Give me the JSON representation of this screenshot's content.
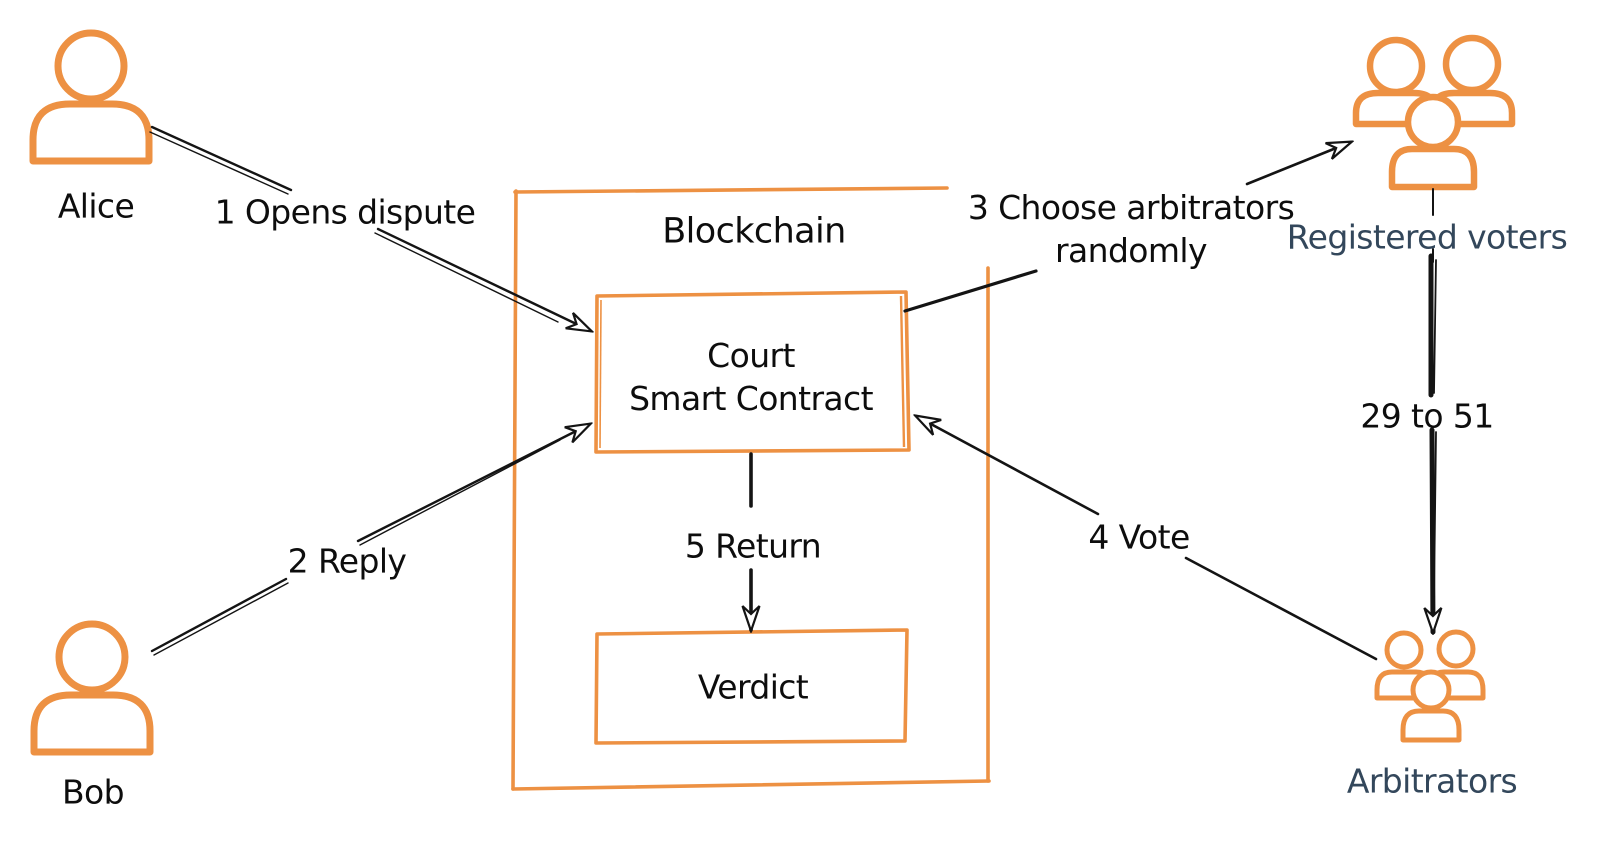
{
  "diagram": {
    "type": "flow-diagram",
    "container": {
      "label": "Blockchain"
    },
    "nodes": [
      {
        "id": "court-smart-contract",
        "label_lines": [
          "Court",
          "Smart Contract"
        ]
      },
      {
        "id": "verdict",
        "label": "Verdict"
      }
    ],
    "actors": [
      {
        "id": "alice",
        "label": "Alice",
        "icon": "person-icon"
      },
      {
        "id": "bob",
        "label": "Bob",
        "icon": "person-icon"
      },
      {
        "id": "registered-voters",
        "label": "Registered voters",
        "icon": "people-group-icon"
      },
      {
        "id": "arbitrators",
        "label": "Arbitrators",
        "icon": "people-group-icon"
      }
    ],
    "edges": [
      {
        "id": "edge-1",
        "label": "1 Opens dispute",
        "from": "alice",
        "to": "court-smart-contract"
      },
      {
        "id": "edge-2",
        "label": "2 Reply",
        "from": "bob",
        "to": "court-smart-contract"
      },
      {
        "id": "edge-3",
        "label_lines": [
          "3 Choose arbitrators",
          "randomly"
        ],
        "from": "court-smart-contract",
        "to": "registered-voters"
      },
      {
        "id": "edge-29-51",
        "label": "29 to 51",
        "from": "registered-voters",
        "to": "arbitrators"
      },
      {
        "id": "edge-4",
        "label": "4 Vote",
        "from": "arbitrators",
        "to": "court-smart-contract"
      },
      {
        "id": "edge-5",
        "label": "5 Return",
        "from": "court-smart-contract",
        "to": "verdict"
      }
    ],
    "colors": {
      "accent_orange": "#ED9143",
      "navy_label": "#33475B",
      "line_black": "#141414"
    }
  }
}
